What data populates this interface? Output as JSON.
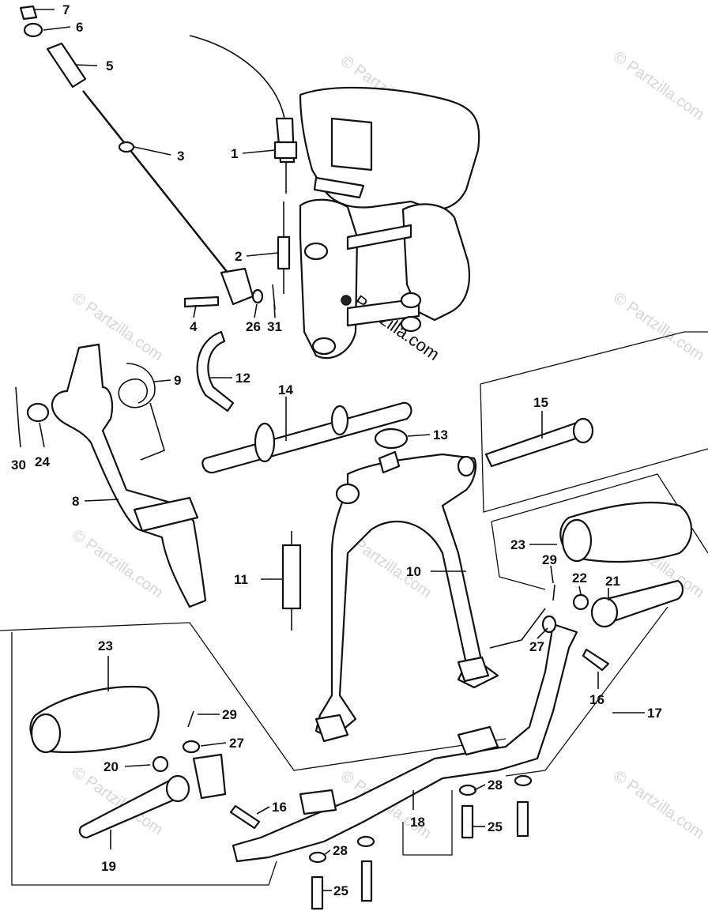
{
  "watermark": {
    "text": "© Partzilla.com",
    "main_text": "© Partzilla.com"
  },
  "callouts": [
    {
      "id": "1",
      "text": "1"
    },
    {
      "id": "2",
      "text": "2"
    },
    {
      "id": "3",
      "text": "3"
    },
    {
      "id": "4",
      "text": "4"
    },
    {
      "id": "5",
      "text": "5"
    },
    {
      "id": "6",
      "text": "6"
    },
    {
      "id": "7",
      "text": "7"
    },
    {
      "id": "8",
      "text": "8"
    },
    {
      "id": "9",
      "text": "9"
    },
    {
      "id": "10",
      "text": "10"
    },
    {
      "id": "11",
      "text": "11"
    },
    {
      "id": "12",
      "text": "12"
    },
    {
      "id": "13",
      "text": "13"
    },
    {
      "id": "14",
      "text": "14"
    },
    {
      "id": "15",
      "text": "15"
    },
    {
      "id": "16a",
      "text": "16"
    },
    {
      "id": "16b",
      "text": "16"
    },
    {
      "id": "17",
      "text": "17"
    },
    {
      "id": "18",
      "text": "18"
    },
    {
      "id": "19",
      "text": "19"
    },
    {
      "id": "20",
      "text": "20"
    },
    {
      "id": "21",
      "text": "21"
    },
    {
      "id": "22",
      "text": "22"
    },
    {
      "id": "23a",
      "text": "23"
    },
    {
      "id": "23b",
      "text": "23"
    },
    {
      "id": "24",
      "text": "24"
    },
    {
      "id": "25a",
      "text": "25"
    },
    {
      "id": "25b",
      "text": "25"
    },
    {
      "id": "26",
      "text": "26"
    },
    {
      "id": "27a",
      "text": "27"
    },
    {
      "id": "27b",
      "text": "27"
    },
    {
      "id": "28a",
      "text": "28"
    },
    {
      "id": "28b",
      "text": "28"
    },
    {
      "id": "29a",
      "text": "29"
    },
    {
      "id": "29b",
      "text": "29"
    },
    {
      "id": "30",
      "text": "30"
    },
    {
      "id": "31",
      "text": "31"
    }
  ]
}
